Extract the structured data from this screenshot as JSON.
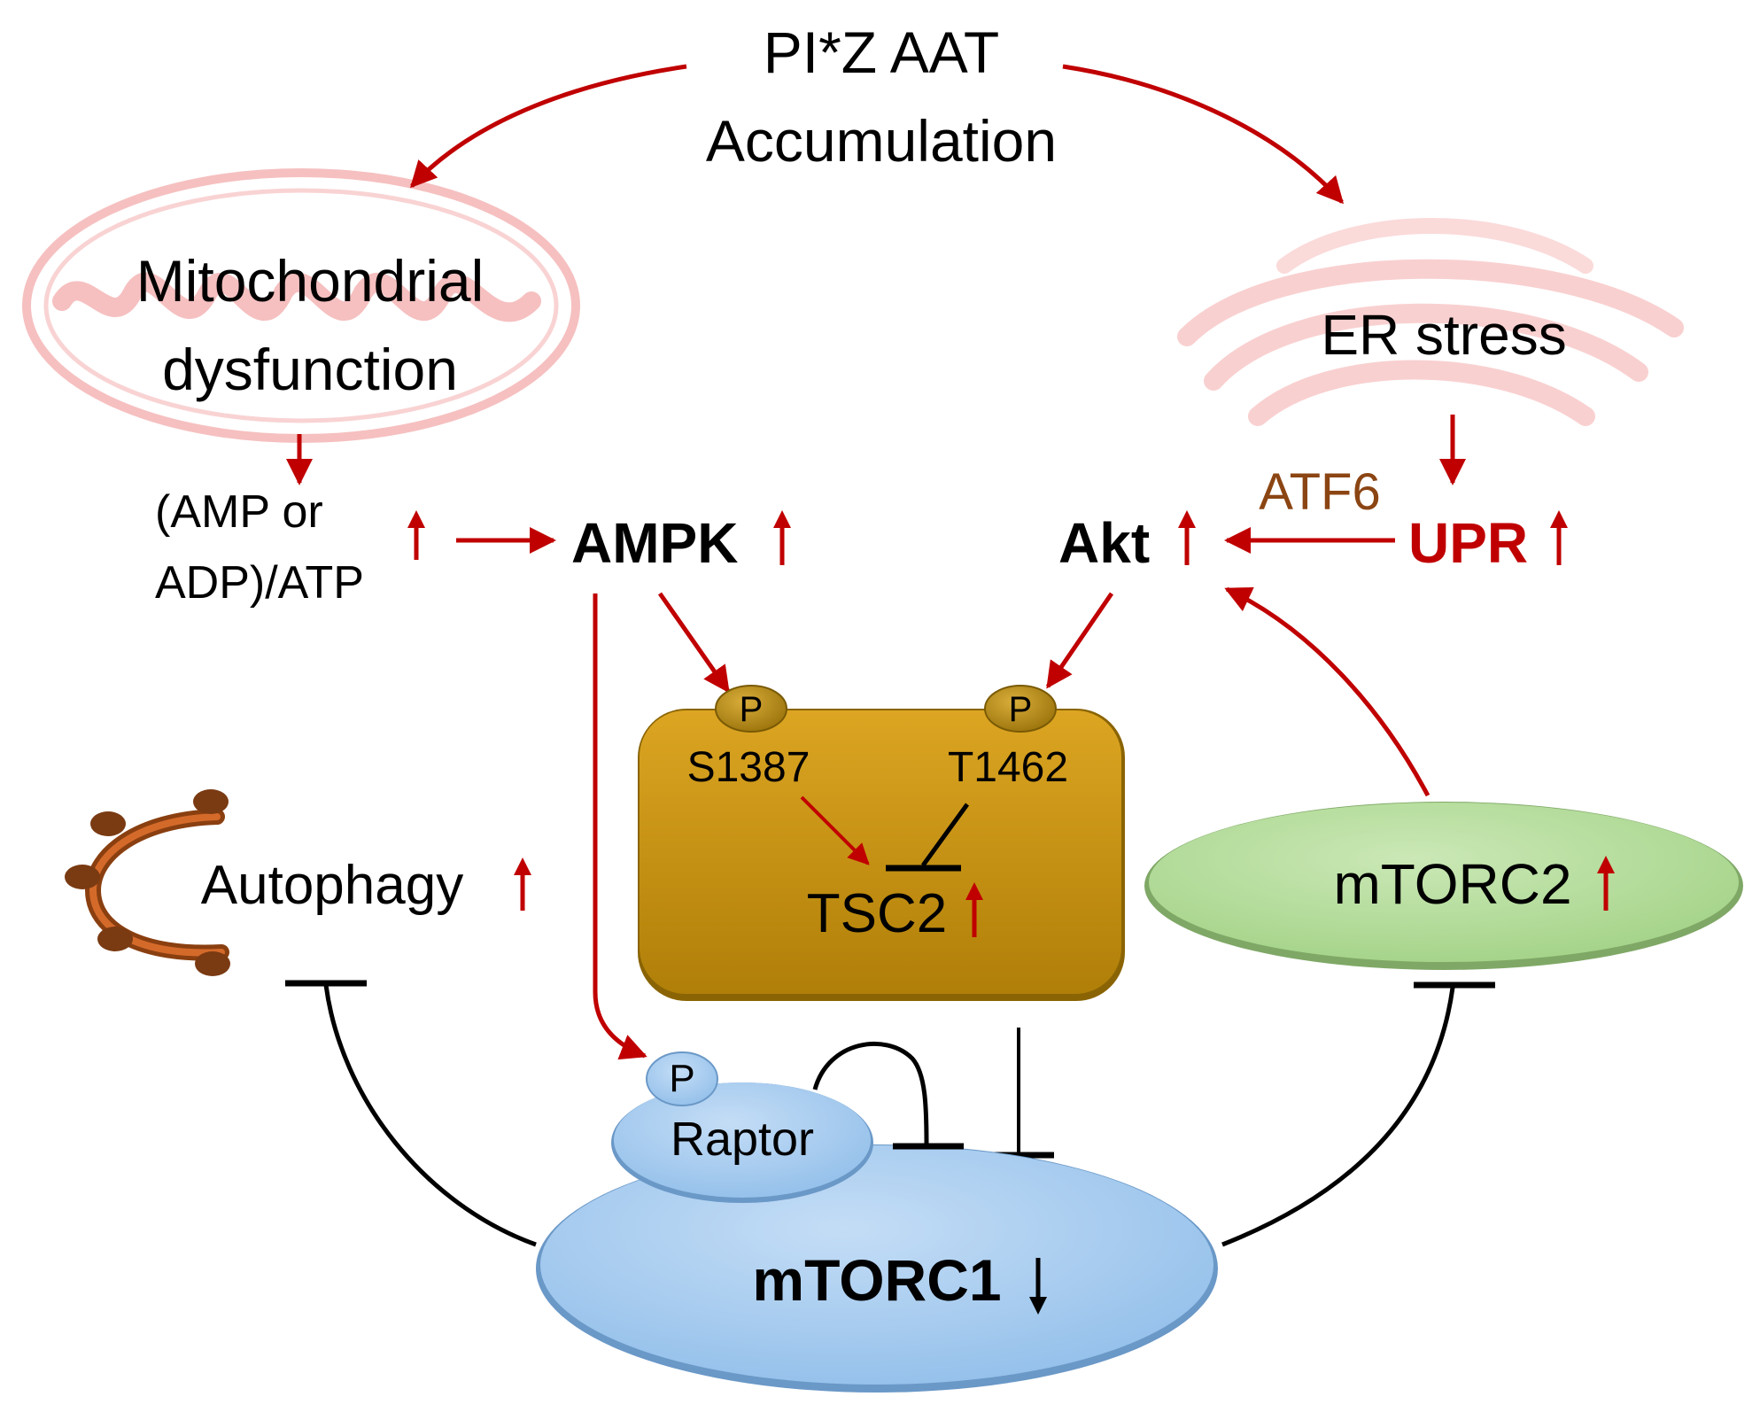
{
  "colors": {
    "activation_arrow": "#c00000",
    "inhibition_line": "#000000",
    "atf6_text": "#8b4513",
    "upr_text": "#c00000",
    "tsc2_complex_fill": "#c8940c",
    "phospho_fill": "#b68a10",
    "mtorc1_fill": "#a9cdef",
    "mtorc2_fill": "#b6dd9c",
    "organelle_outline": "#f4b6b6",
    "autophagosome": "#b35b1c"
  },
  "labels": {
    "source_line1": "PI*Z AAT",
    "source_line2": "Accumulation",
    "mito_line1": "Mitochondrial",
    "mito_line2": "dysfunction",
    "er_stress": "ER stress",
    "ratio_line1": "(AMP or",
    "ratio_line2": "ADP)/ATP",
    "ampk": "AMPK",
    "akt": "Akt",
    "atf6": "ATF6",
    "upr": "UPR",
    "phospho": "P",
    "site_s1387": "S1387",
    "site_t1462": "T1462",
    "tsc2": "TSC2",
    "autophagy": "Autophagy",
    "mtorc2": "mTORC2",
    "raptor": "Raptor",
    "mtorc1": "mTORC1"
  },
  "icons": {
    "up": "up-arrow-icon",
    "down": "down-arrow-icon",
    "mitochondrion": "mitochondrion-icon",
    "er": "endoplasmic-reticulum-icon",
    "autophagosome": "autophagosome-icon"
  }
}
